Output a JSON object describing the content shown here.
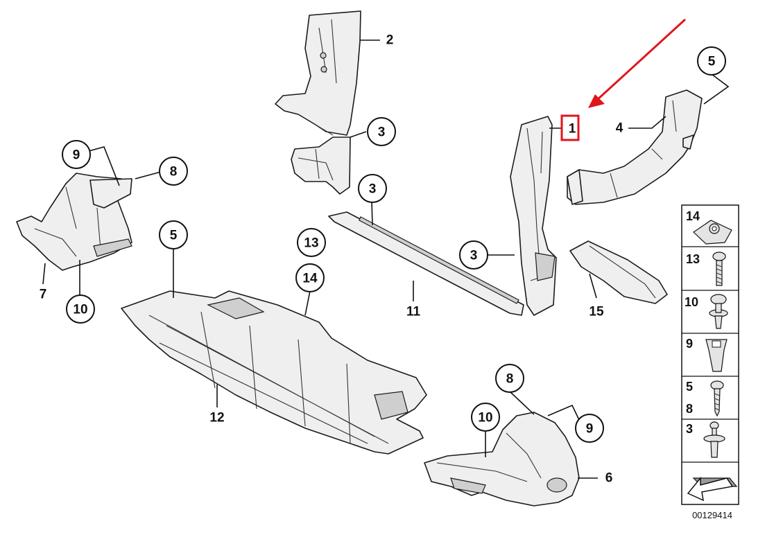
{
  "diagram": {
    "reference_code": "00129414",
    "highlight_color": "#e0161c",
    "callouts": {
      "c2": "2",
      "c3a": "3",
      "c3b": "3",
      "c3c": "3",
      "c1": "1",
      "c4": "4",
      "c5a": "5",
      "c5b": "5",
      "c6": "6",
      "c7": "7",
      "c8a": "8",
      "c8b": "8",
      "c9a": "9",
      "c9b": "9",
      "c10a": "10",
      "c10b": "10",
      "c11": "11",
      "c12": "12",
      "c13": "13",
      "c14": "14",
      "c15": "15"
    },
    "legend": [
      {
        "labels": [
          "14"
        ],
        "icon": "clip-nut-icon"
      },
      {
        "labels": [
          "13"
        ],
        "icon": "screw-icon"
      },
      {
        "labels": [
          "10"
        ],
        "icon": "expanding-rivet-icon"
      },
      {
        "labels": [
          "9"
        ],
        "icon": "spreading-nut-icon"
      },
      {
        "labels": [
          "5",
          "8"
        ],
        "icon": "self-tapping-screw-icon"
      },
      {
        "labels": [
          "3"
        ],
        "icon": "push-rivet-icon"
      },
      {
        "labels": [],
        "icon": "direction-arrow-icon"
      }
    ]
  }
}
